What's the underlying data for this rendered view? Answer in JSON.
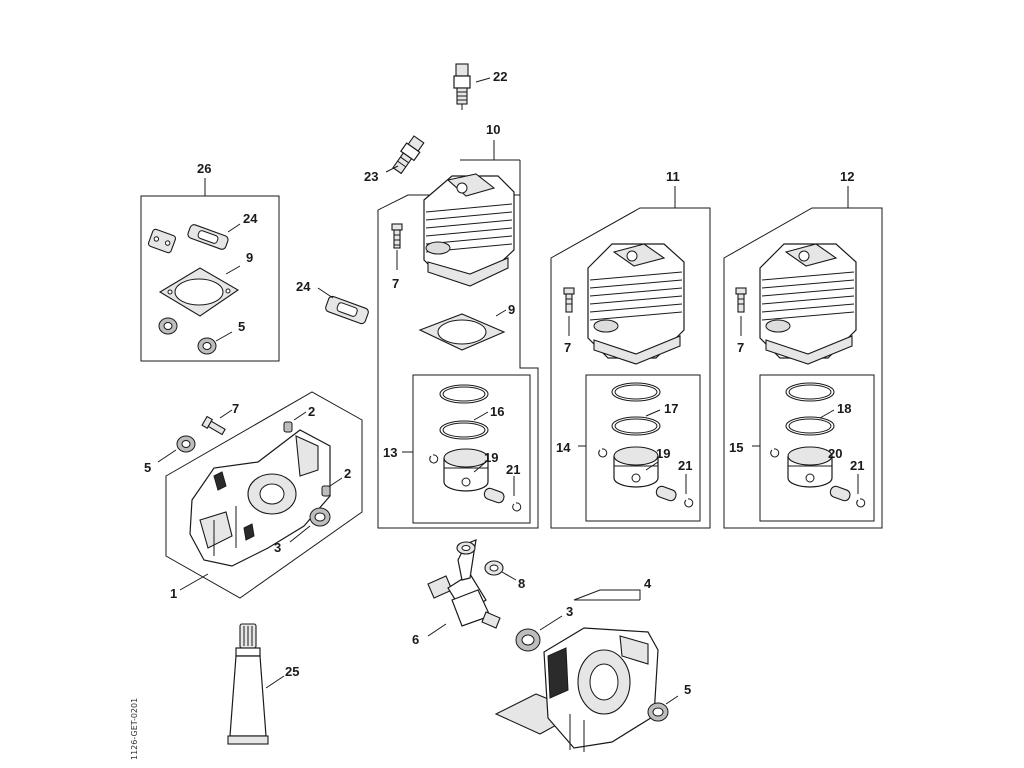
{
  "diagram": {
    "drawing_id": "1126-GET-0201",
    "callouts": {
      "c1": "1",
      "c2a": "2",
      "c2b": "2",
      "c3a": "3",
      "c3b": "3",
      "c4": "4",
      "c5a": "5",
      "c5b": "5",
      "c5c": "5",
      "c6": "6",
      "c7a": "7",
      "c7b": "7",
      "c7c": "7",
      "c7d": "7",
      "c8": "8",
      "c9a": "9",
      "c9b": "9",
      "c10": "10",
      "c11": "11",
      "c12": "12",
      "c13": "13",
      "c14": "14",
      "c15": "15",
      "c16": "16",
      "c17": "17",
      "c18": "18",
      "c19a": "19",
      "c19b": "19",
      "c20": "20",
      "c21a": "21",
      "c21b": "21",
      "c21c": "21",
      "c22": "22",
      "c23": "23",
      "c24a": "24",
      "c24b": "24",
      "c25": "25",
      "c26": "26"
    }
  }
}
